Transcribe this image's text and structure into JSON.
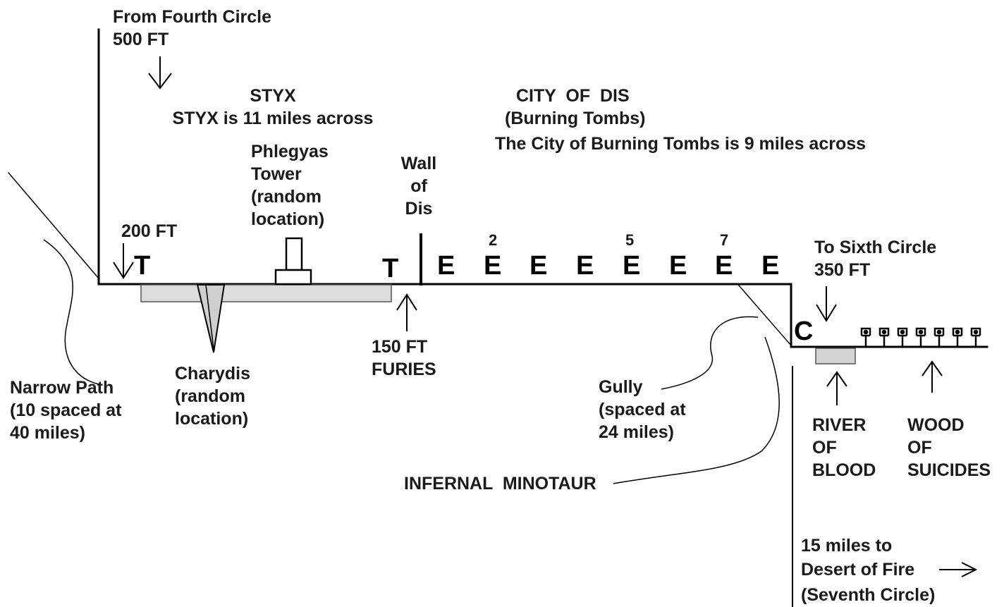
{
  "labels": {
    "from_fourth": "From Fourth Circle",
    "from_fourth_depth": "500 FT",
    "styx_title": "STYX",
    "styx_desc": "STYX is 11 miles across",
    "city_title": "CITY  OF  DIS",
    "city_sub": "(Burning Tombs)",
    "city_desc": "The City of Burning Tombs is 9 miles across",
    "phlegyas_1": "Phlegyas",
    "phlegyas_2": "Tower",
    "phlegyas_3": "(random",
    "phlegyas_4": "location)",
    "wall_1": "Wall",
    "wall_2": "of",
    "wall_3": "Dis",
    "depth_200": "200 FT",
    "depth_150": "150 FT",
    "furies": "FURIES",
    "charydis_1": "Charydis",
    "charydis_2": "(random",
    "charydis_3": "location)",
    "narrow_1": "Narrow Path",
    "narrow_2": "(10 spaced at",
    "narrow_3": "40 miles)",
    "sixth_1": "To Sixth Circle",
    "sixth_2": "350 FT",
    "gully_1": "Gully",
    "gully_2": "(spaced at",
    "gully_3": "24 miles)",
    "minotaur": "INFERNAL  MINOTAUR",
    "river_1": "RIVER",
    "river_2": "OF",
    "river_3": "BLOOD",
    "wood_1": "WOOD",
    "wood_2": "OF",
    "wood_3": "SUICIDES",
    "desert_1": "15 miles to",
    "desert_2": "Desert of Fire",
    "desert_3": "(Seventh Circle)"
  },
  "markers": {
    "tower_left": "T",
    "tower_right": "T",
    "tomb": "E",
    "tomb_numbers": [
      "2",
      "5",
      "7"
    ],
    "circle_c": "C",
    "tree_count": 7
  }
}
